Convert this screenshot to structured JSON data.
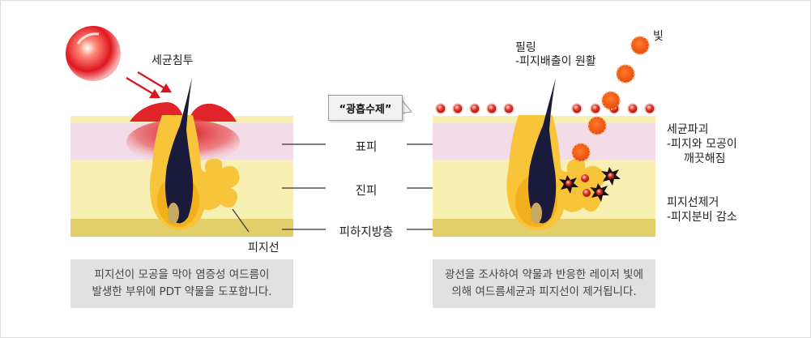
{
  "left": {
    "title": "세균침투",
    "gland_label": "피지선",
    "caption_line1": "피지선이 모공을 막아 염증성 여드름이",
    "caption_line2": "발생한 부위에 PDT 약물을 도포합니다."
  },
  "middle": {
    "callout": "“광흡수제”",
    "layers": [
      "표피",
      "진피",
      "피하지방층"
    ]
  },
  "right": {
    "light": "빛",
    "peel_line1": "필링",
    "peel_line2": "-피지배출이 원활",
    "bact_line1": "세균파괴",
    "bact_line2": "-피지와 모공이",
    "bact_line3": "깨끗해짐",
    "gland_line1": "피지선제거",
    "gland_line2": "-피지분비 감소",
    "caption_line1": "광선을 조사하여 약물과 반응한 레이저 빛에",
    "caption_line2": "의해 여드름세균과 피지선이 제거됩니다."
  },
  "colors": {
    "epidermis": "#f3dbe8",
    "dermis": "#f8f0b2",
    "fat": "#e3cf6a",
    "gland": "#f7c43a",
    "hair": "#1a1a3a",
    "light": "#f0641e"
  }
}
